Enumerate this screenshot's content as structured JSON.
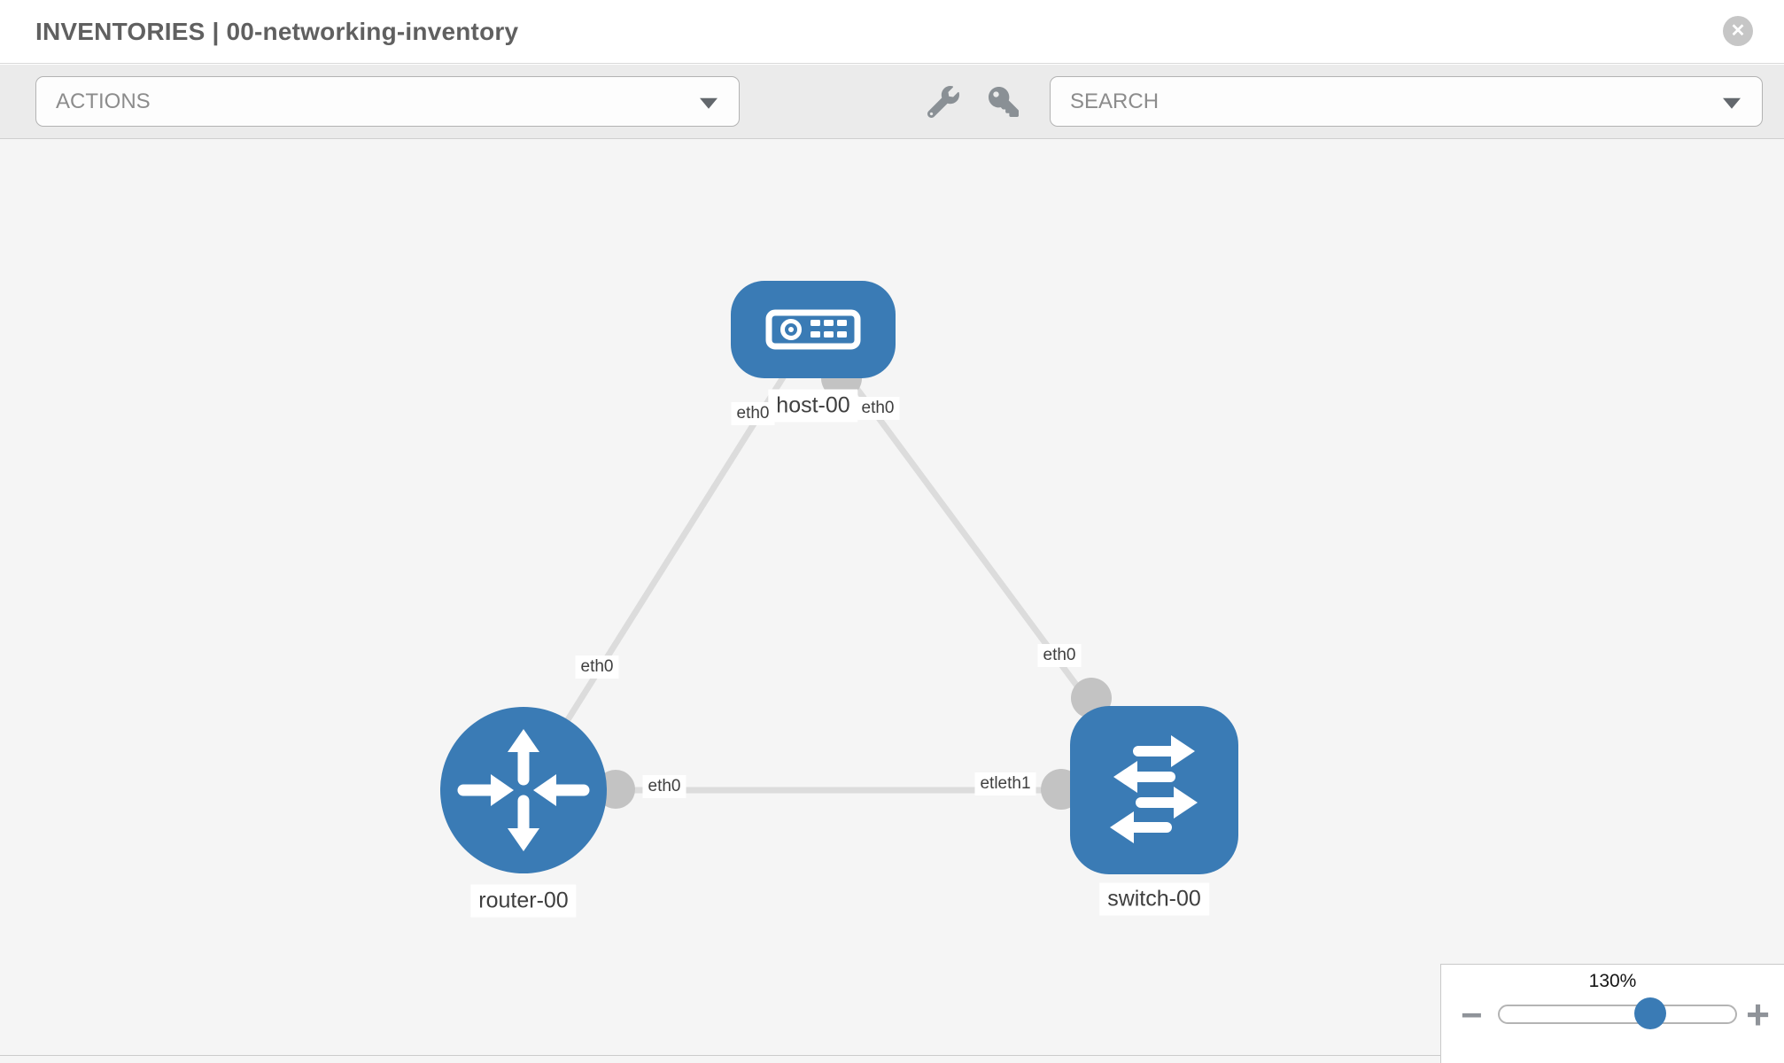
{
  "header": {
    "title": "INVENTORIES | 00-networking-inventory",
    "close_glyph": "✕",
    "close_icon": "x-circle-icon"
  },
  "toolbar": {
    "actions_dropdown": {
      "label": "ACTIONS",
      "icon": "chevron-down-icon"
    },
    "search_dropdown": {
      "label": "SEARCH",
      "icon": "chevron-down-icon"
    },
    "tools": [
      {
        "icon": "wrench-icon"
      },
      {
        "icon": "key-icon"
      }
    ]
  },
  "topology": {
    "nodes": [
      {
        "id": "host-00",
        "label": "host-00",
        "type": "host",
        "shape": "rounded-rect",
        "icon": "server-icon"
      },
      {
        "id": "router-00",
        "label": "router-00",
        "type": "router",
        "shape": "circle",
        "icon": "router-arrows-icon"
      },
      {
        "id": "switch-00",
        "label": "switch-00",
        "type": "switch",
        "shape": "rounded-square",
        "icon": "switch-arrows-icon"
      }
    ],
    "links": [
      {
        "source": "host-00",
        "target": "router-00"
      },
      {
        "source": "host-00",
        "target": "switch-00"
      },
      {
        "source": "router-00",
        "target": "switch-00"
      }
    ],
    "interface_labels": [
      {
        "text": "eth0",
        "near": "host-00 left"
      },
      {
        "text": "eth0",
        "near": "host-00 right"
      },
      {
        "text": "eth0",
        "near": "router-00 top link"
      },
      {
        "text": "eth0",
        "near": "switch-00 top link"
      },
      {
        "text": "eth0",
        "near": "router-00 right link"
      },
      {
        "text": "etleth1",
        "near": "switch-00 left link"
      }
    ]
  },
  "zoom_control": {
    "value": "130%",
    "percent": 130,
    "minus_label": "−",
    "plus_label": "+",
    "minus_icon": "minus-icon",
    "plus_icon": "plus-icon",
    "thumb_icon": "slider-thumb"
  },
  "colors": {
    "node_blue": "#3a7bb5",
    "link_gray": "#dcdcdc",
    "connector_gray": "#c3c3c3",
    "canvas_bg": "#f5f5f5",
    "toolbar_bg": "#ebebeb",
    "label_text": "#3f3f3f",
    "icon_gray": "#8a9095"
  }
}
